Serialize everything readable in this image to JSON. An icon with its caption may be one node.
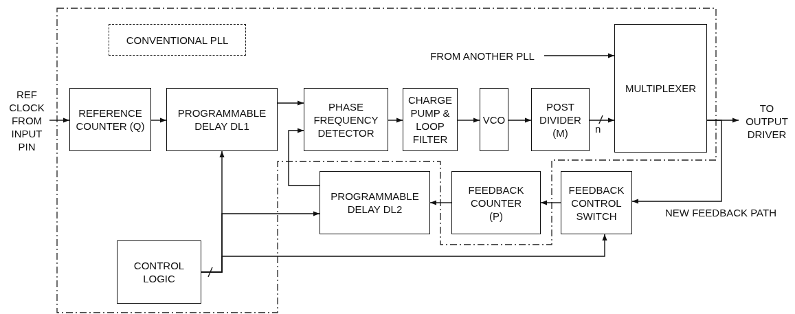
{
  "diagram": {
    "nodes": [
      {
        "text": [
          "CONVENTIONAL PLL"
        ]
      },
      {
        "text": [
          "FROM ANOTHER PLL"
        ]
      },
      {
        "text": [
          "REF CLOCK FROM INPUT PIN"
        ]
      },
      {
        "text": [
          "REFERENCE COUNTER (Q)"
        ]
      },
      {
        "text": [
          "PROGRAMMABLE DELAY DL1"
        ]
      },
      {
        "text": [
          "PHASE FREQUENCY DETECTOR"
        ]
      },
      {
        "text": [
          "CHARGE PUMP & LOOP FILTER"
        ]
      },
      {
        "text": [
          "VCO"
        ]
      },
      {
        "text": [
          "POST DIVIDER (M)"
        ]
      },
      {
        "text": [
          "MULTIPLEXER"
        ]
      },
      {
        "text": [
          "TO OUTPUT DRIVER"
        ]
      },
      {
        "text": [
          "PROGRAMMABLE DELAY DL2"
        ]
      },
      {
        "text": [
          "FEEDBACK COUNTER (P)"
        ]
      },
      {
        "text": [
          "FEEDBACK CONTROL SWITCH"
        ]
      },
      {
        "text": [
          "CONTROL LOGIC"
        ]
      }
    ],
    "edges": [
      {
        "from": 2,
        "to": 3,
        "arrow": "to"
      },
      {
        "from": 3,
        "to": 4,
        "arrow": "to"
      },
      {
        "from": 4,
        "to": 5,
        "arrow": "to"
      },
      {
        "from": 5,
        "to": 6,
        "arrow": "to"
      },
      {
        "from": 6,
        "to": 7,
        "arrow": "to"
      },
      {
        "from": 7,
        "to": 8,
        "arrow": "to"
      },
      {
        "from": 8,
        "to": 9,
        "arrow": "to",
        "label": "n"
      },
      {
        "from": 1,
        "to": 9,
        "arrow": "to"
      },
      {
        "from": 9,
        "to": 10,
        "arrow": "to"
      },
      {
        "from": 9,
        "to": 13,
        "arrow": "to",
        "label": "NEW FEEDBACK PATH"
      },
      {
        "from": 13,
        "to": 12,
        "arrow": "to"
      },
      {
        "from": 12,
        "to": 11,
        "arrow": "to"
      },
      {
        "from": 11,
        "to": 5,
        "arrow": "to"
      },
      {
        "from": 14,
        "to": 4,
        "arrow": "to"
      },
      {
        "from": 14,
        "to": 11,
        "arrow": "to"
      },
      {
        "from": 14,
        "to": 13,
        "arrow": "to"
      }
    ]
  }
}
